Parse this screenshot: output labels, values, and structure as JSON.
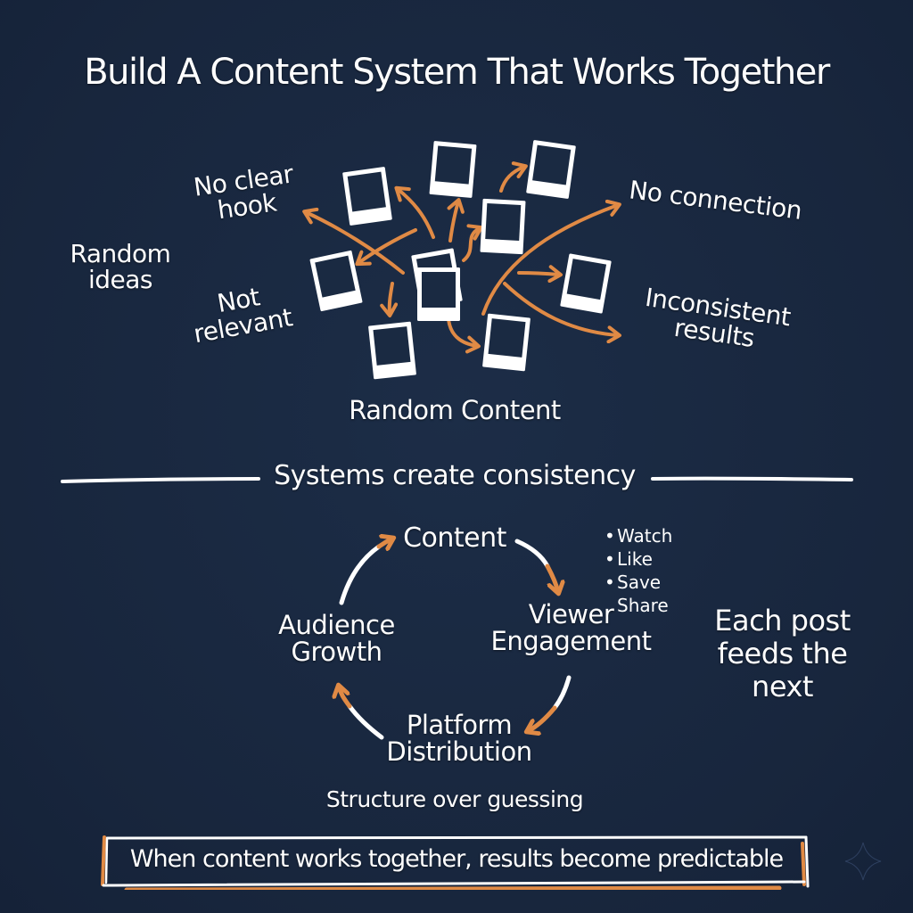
{
  "title": "Build A Content System That Works Together",
  "top_section": {
    "left_label": "Random ideas",
    "problems": {
      "no_clear_hook": "No clear hook",
      "not_relevant": "Not relevant",
      "no_connection": "No connection",
      "inconsistent_results": "Inconsistent results"
    },
    "caption": "Random Content",
    "icons": [
      "photo-frame-icon",
      "photo-frame-icon",
      "photo-frame-icon",
      "photo-frame-icon",
      "photo-frame-icon",
      "photo-frame-icon",
      "photo-frame-icon",
      "photo-frame-icon",
      "photo-frame-icon"
    ]
  },
  "divider_label": "Systems create consistency",
  "cycle": {
    "nodes": {
      "content": "Content",
      "viewer_engagement": "Viewer Engagement",
      "platform_distribution": "Platform Distribution",
      "audience_growth": "Audience Growth"
    },
    "engagement_actions": [
      "Watch",
      "Like",
      "Save",
      "Share"
    ],
    "bullet_glyph": "•",
    "side_note": "Each post feeds the next",
    "caption": "Structure over guessing"
  },
  "footer": "When content works together, results become predictable",
  "colors": {
    "background": "#1a2a42",
    "accent": "#e08a45",
    "text": "#ffffff"
  }
}
